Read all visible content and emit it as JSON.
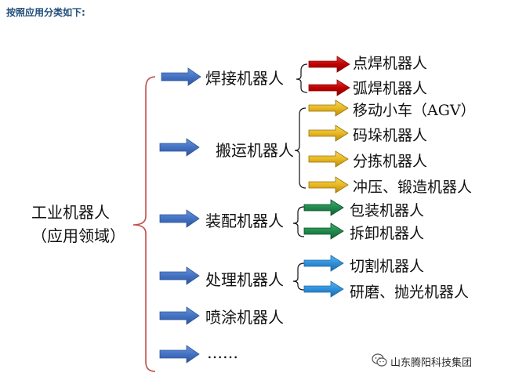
{
  "heading": "按照应用分类如下:",
  "root": {
    "line1": "工业机器人",
    "line2": "（应用领域）"
  },
  "categories": [
    {
      "label": "焊接机器人",
      "children": [
        "点焊机器人",
        "弧焊机器人"
      ],
      "child_color": "#c00000"
    },
    {
      "label": "搬运机器人",
      "children": [
        "移动小车（AGV）",
        "码垛机器人",
        "分拣机器人",
        "冲压、锻造机器人"
      ],
      "child_color": "#e8b824"
    },
    {
      "label": "装配机器人",
      "children": [
        "包装机器人",
        "拆卸机器人"
      ],
      "child_color": "#1f8a4c"
    },
    {
      "label": "处理机器人",
      "children": [
        "切割机器人",
        "研磨、抛光机器人"
      ],
      "child_color": "#2e8fd8"
    },
    {
      "label": "喷涂机器人",
      "children": []
    },
    {
      "label": "……",
      "children": []
    }
  ],
  "colors": {
    "main_arrow": "#4472c4",
    "bracket": "#c0504d"
  },
  "watermark": "山东腾阳科技集团"
}
